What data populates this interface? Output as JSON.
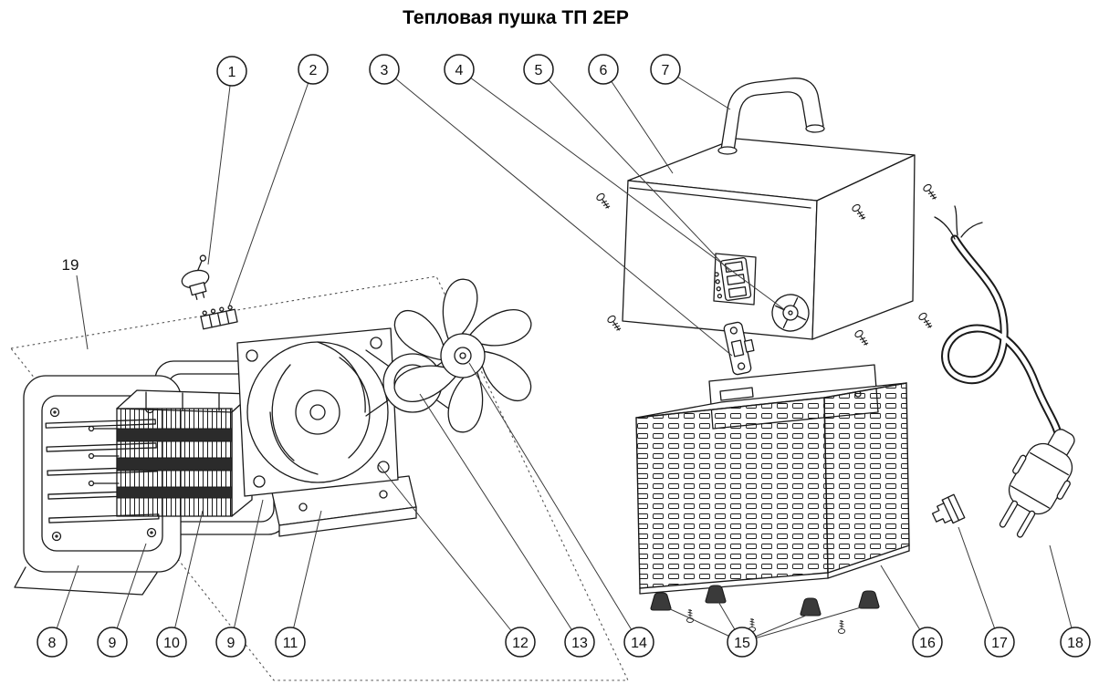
{
  "title": "Тепловая пушка ТП 2ЕР",
  "colors": {
    "line": "#1a1a1a",
    "background": "#ffffff"
  },
  "callouts": {
    "top": [
      {
        "label": "1"
      },
      {
        "label": "2"
      },
      {
        "label": "3"
      },
      {
        "label": "4"
      },
      {
        "label": "5"
      },
      {
        "label": "6"
      },
      {
        "label": "7"
      }
    ],
    "bottom": [
      {
        "label": "8"
      },
      {
        "label": "9"
      },
      {
        "label": "10"
      },
      {
        "label": "9"
      },
      {
        "label": "11"
      },
      {
        "label": "12"
      },
      {
        "label": "13"
      },
      {
        "label": "14"
      },
      {
        "label": "15"
      },
      {
        "label": "16"
      },
      {
        "label": "17"
      },
      {
        "label": "18"
      }
    ],
    "region": {
      "label": "19"
    }
  }
}
